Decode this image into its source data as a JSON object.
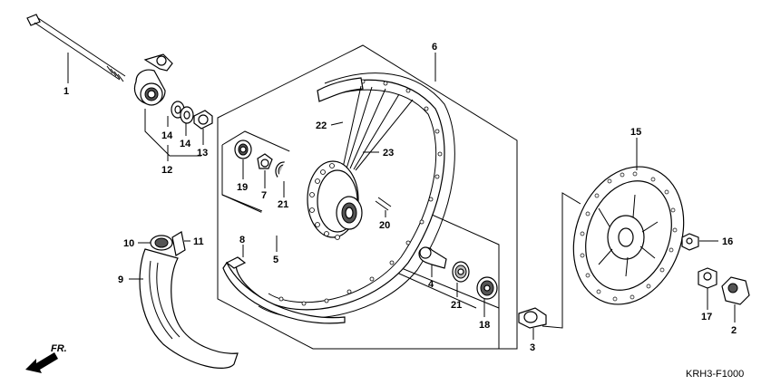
{
  "diagram": {
    "code": "KRH3-F1000",
    "direction": "FR.",
    "callouts": [
      "1",
      "14",
      "14",
      "13",
      "12",
      "19",
      "7",
      "21",
      "22",
      "23",
      "6",
      "20",
      "5",
      "8",
      "10",
      "11",
      "9",
      "4",
      "21",
      "18",
      "3",
      "15",
      "16",
      "17",
      "2"
    ]
  }
}
